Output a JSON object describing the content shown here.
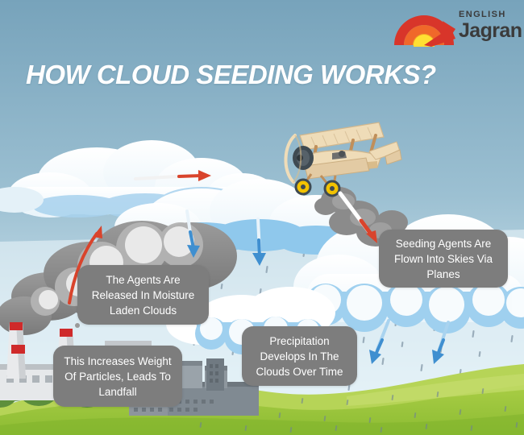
{
  "title": "HOW CLOUD SEEDING WORKS?",
  "brand": {
    "name_top": "ENGLISH",
    "name_bottom": "Jagran",
    "mark_icon": "sunrise-arc-logo",
    "colors": {
      "red": "#D32F2F",
      "orange": "#F47B20",
      "amber": "#F9A825",
      "yellow": "#FFE033",
      "text": "#3b3b3b"
    }
  },
  "theme": {
    "sky_top": "#7aa5bc",
    "sky_bottom": "#cfe2ec",
    "callout_bg": "#7d7d7d",
    "callout_text": "#ffffff",
    "cloud_white": "#ffffff",
    "cloud_blue": "#9fd0ef",
    "cloud_pale": "#eaf5fb",
    "smoke_dark": "#8b8b8b",
    "smoke_darker": "#6e6e6e",
    "arrow_red": "#d9442c",
    "arrow_blue": "#3f8fd0",
    "grass_light": "#b9d44e",
    "grass_mid": "#9ec63b",
    "grass_dark": "#86b82f",
    "building_gray": "#8d9399",
    "stack_red": "#cf2a2a",
    "rain_drop": "#8296a5",
    "plane_body": "#efdcb8",
    "plane_shade": "#d9bc8b",
    "plane_strut": "#c08f5a",
    "plane_wheel": "#f2c200",
    "plane_engine": "#3f4a52"
  },
  "callouts": [
    {
      "id": "callout-plane",
      "name": "callout-seeding-agents-flown",
      "text": "Seeding Agents Are Flown Into Skies Via Planes"
    },
    {
      "id": "callout-agents",
      "name": "callout-agents-released",
      "text": "The Agents Are Released In Moisture Laden Clouds"
    },
    {
      "id": "callout-weight",
      "name": "callout-increases-weight",
      "text": "This Increases Weight Of Particles, Leads To Landfall"
    },
    {
      "id": "callout-precip",
      "name": "callout-precipitation-develops",
      "text": "Precipitation Develops In The Clouds Over Time"
    }
  ],
  "scene": {
    "aircraft": "biplane-spraying-seeding-agent",
    "smokestacks": 2,
    "factory": "power-plant-building",
    "city": "city-buildings-silhouette",
    "arrows": [
      {
        "name": "arrow-plane-dispersal",
        "direction": "down-right",
        "color": "#d9442c"
      },
      {
        "name": "arrow-cloud-spread",
        "direction": "right",
        "color": "#d9442c"
      },
      {
        "name": "arrow-smoke-rising",
        "direction": "up-right",
        "color": "#d9442c"
      },
      {
        "name": "arrow-rain-fall-left",
        "direction": "down",
        "color": "#3f8fd0"
      },
      {
        "name": "arrow-rain-fall-mid",
        "direction": "down-left",
        "color": "#3f8fd0"
      },
      {
        "name": "arrow-rain-fall-right-a",
        "direction": "down-left",
        "color": "#3f8fd0"
      },
      {
        "name": "arrow-rain-fall-right-b",
        "direction": "down-left",
        "color": "#3f8fd0"
      }
    ]
  }
}
